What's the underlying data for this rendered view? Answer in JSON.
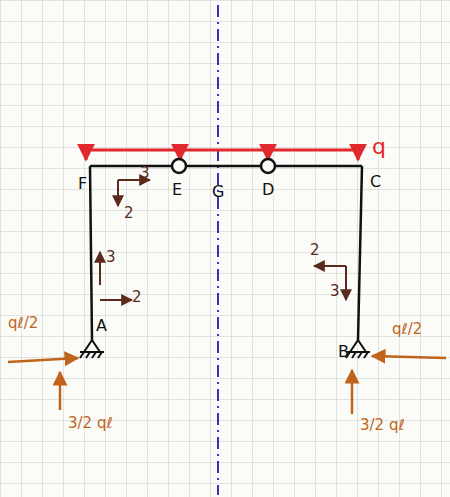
{
  "diagram": {
    "labels": [
      "q",
      "F",
      "E",
      "G",
      "D",
      "C",
      "3",
      "2",
      "3",
      "2",
      "2",
      "3",
      "A",
      "B",
      "qℓ/2",
      "qℓ/2",
      "3/2 qℓ",
      "3/2 qℓ"
    ]
  }
}
